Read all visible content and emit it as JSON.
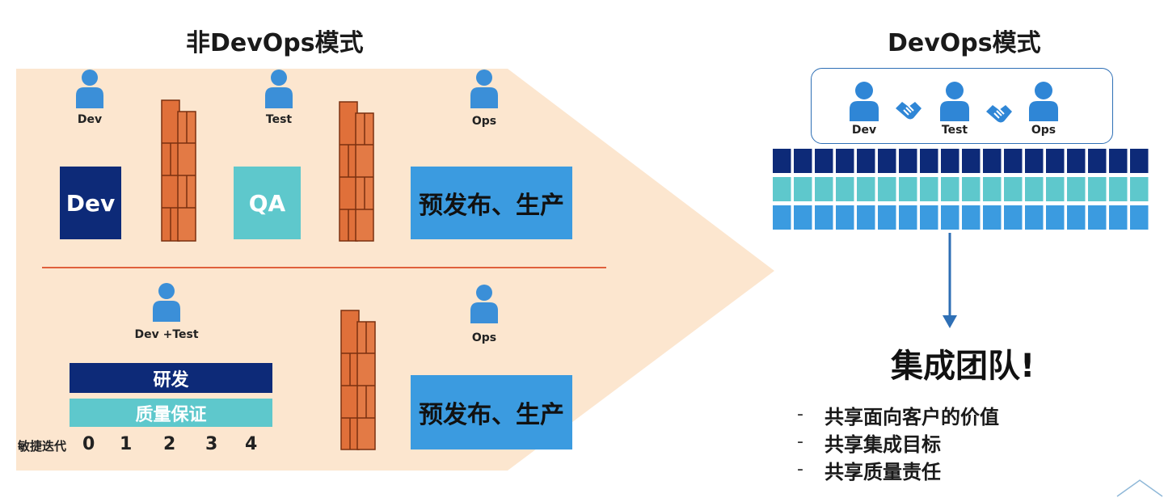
{
  "left": {
    "title": "非DevOps模式",
    "top_row": {
      "people": [
        "Dev",
        "Test",
        "Ops"
      ],
      "boxes": {
        "dev": "Dev",
        "qa": "QA",
        "prod": "预发布、生产"
      }
    },
    "bottom_row": {
      "people": [
        "Dev +Test",
        "Ops"
      ],
      "bars": {
        "rd": "研发",
        "qa": "质量保证"
      },
      "iterations_label": "敏捷迭代",
      "iterations": [
        "0",
        "1",
        "2",
        "3",
        "4"
      ],
      "prod": "预发布、生产"
    }
  },
  "right": {
    "title": "DevOps模式",
    "team": [
      "Dev",
      "Test",
      "Ops"
    ],
    "heading": "集成团队!",
    "bullets": [
      "共享面向客户的价值",
      "共享集成目标",
      "共享质量责任"
    ]
  },
  "colors": {
    "bg_arrow": "#fce6cf",
    "dark_blue": "#0d2a78",
    "teal": "#5ec8cc",
    "light_blue": "#3b9be0",
    "brick": "#e0703a",
    "divider": "#e0603c"
  }
}
